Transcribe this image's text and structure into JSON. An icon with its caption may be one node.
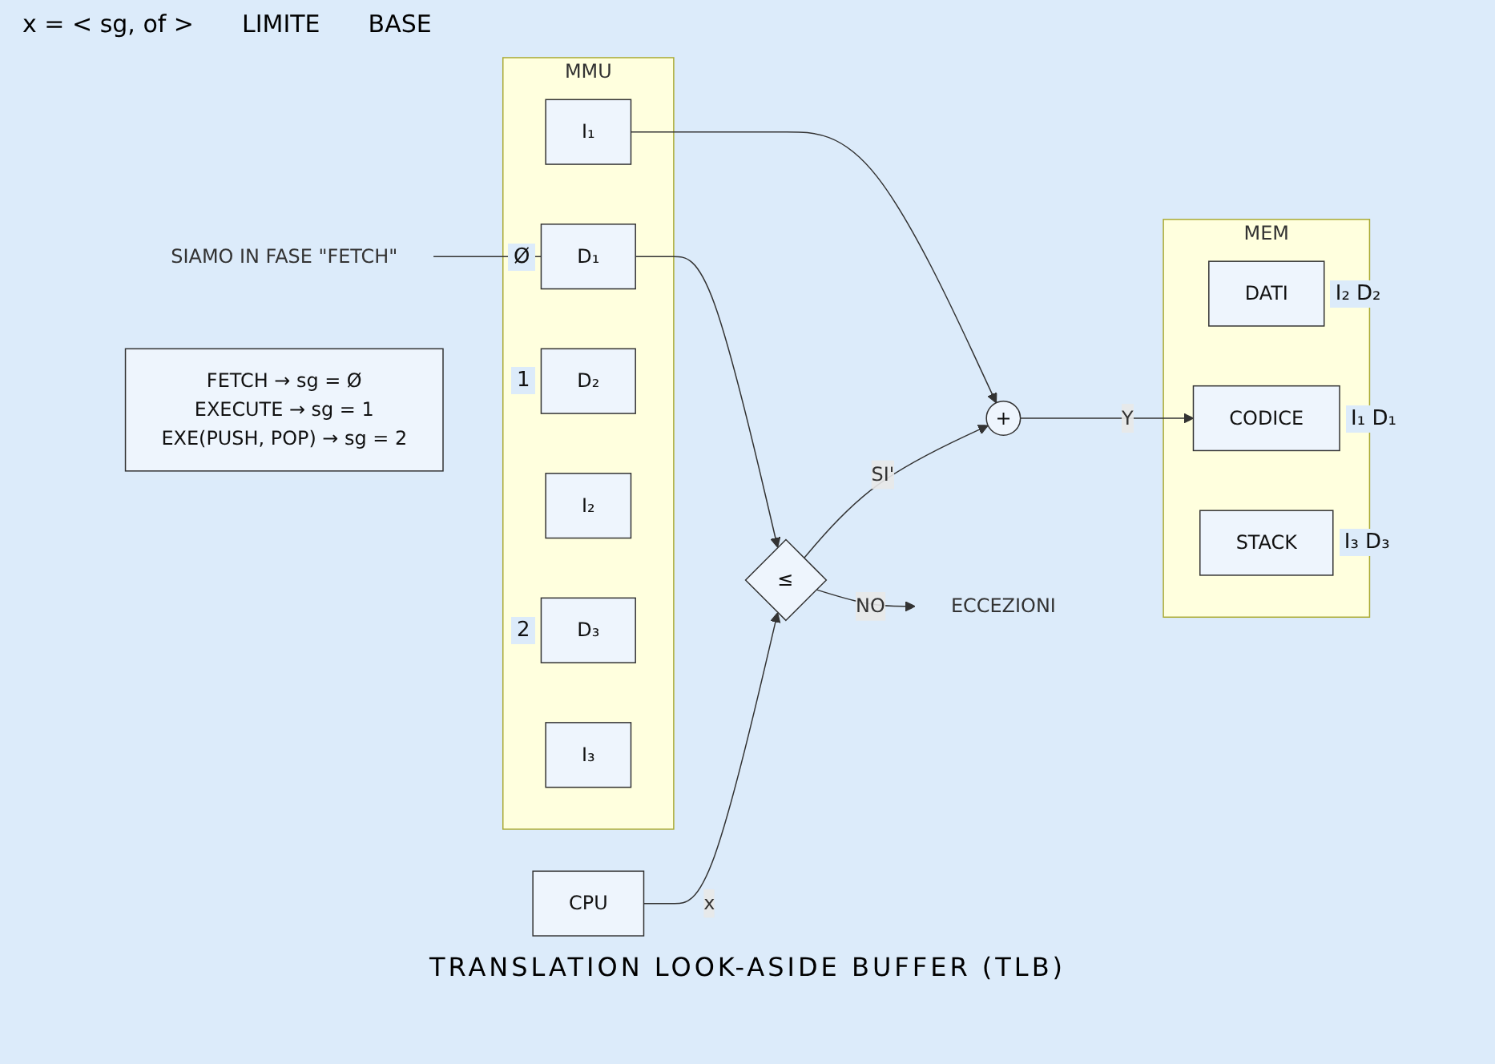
{
  "diagram": {
    "caption": "TRANSLATION LOOK-ASIDE BUFFER (TLB)",
    "nodes": [
      {
        "text": [
          "MMU"
        ]
      },
      {
        "text": [
          "D₁"
        ],
        "in": 0,
        "beside": [
          "Ø"
        ]
      },
      {
        "text": [
          "I₁"
        ],
        "in": 0
      },
      {
        "text": [
          "D₂"
        ],
        "in": 0,
        "beside": [
          "1"
        ]
      },
      {
        "text": [
          "I₂"
        ],
        "in": 0
      },
      {
        "text": [
          "D₃"
        ],
        "in": 0,
        "beside": [
          "2"
        ]
      },
      {
        "text": [
          "I₃"
        ],
        "in": 0
      },
      {
        "text": [
          "CPU"
        ]
      },
      {
        "text": [
          "≤"
        ]
      },
      {
        "text": [
          "+"
        ]
      },
      {
        "text": [
          "MEM"
        ]
      },
      {
        "text": [
          "DATI"
        ],
        "in": 10,
        "beside": [
          "I₂",
          "D₂"
        ]
      },
      {
        "text": [
          "CODICE"
        ],
        "in": 10,
        "beside": [
          "I₁",
          "D₁"
        ]
      },
      {
        "text": [
          "STACK"
        ],
        "in": 10,
        "beside": [
          "I₃",
          "D₃"
        ]
      },
      {
        "text": [
          "ECCEZIONI"
        ]
      },
      {
        "text": [
          "SIAMO IN FASE \"FETCH\""
        ]
      },
      {
        "text": [
          "FETCH → sg = Ø",
          "EXECUTE → sg = 1",
          "EXE(PUSH, POP) → sg = 2"
        ]
      }
    ],
    "edges": [
      {
        "from": 7,
        "to": 8,
        "arrow": "to",
        "label": "x"
      },
      {
        "from": 1,
        "to": 8,
        "arrow": "to"
      },
      {
        "from": 8,
        "to": 9,
        "arrow": "to",
        "label": "SI'"
      },
      {
        "from": 2,
        "to": 9,
        "arrow": "to"
      },
      {
        "from": 9,
        "to": 12,
        "arrow": "to",
        "label": "Y"
      },
      {
        "from": 8,
        "to": 14,
        "arrow": "to",
        "label": "NO"
      },
      {
        "from": 15,
        "to": 1,
        "arrow": "none"
      }
    ],
    "labels": [
      "x = < sg, of >",
      "LIMITE",
      "BASE"
    ]
  }
}
